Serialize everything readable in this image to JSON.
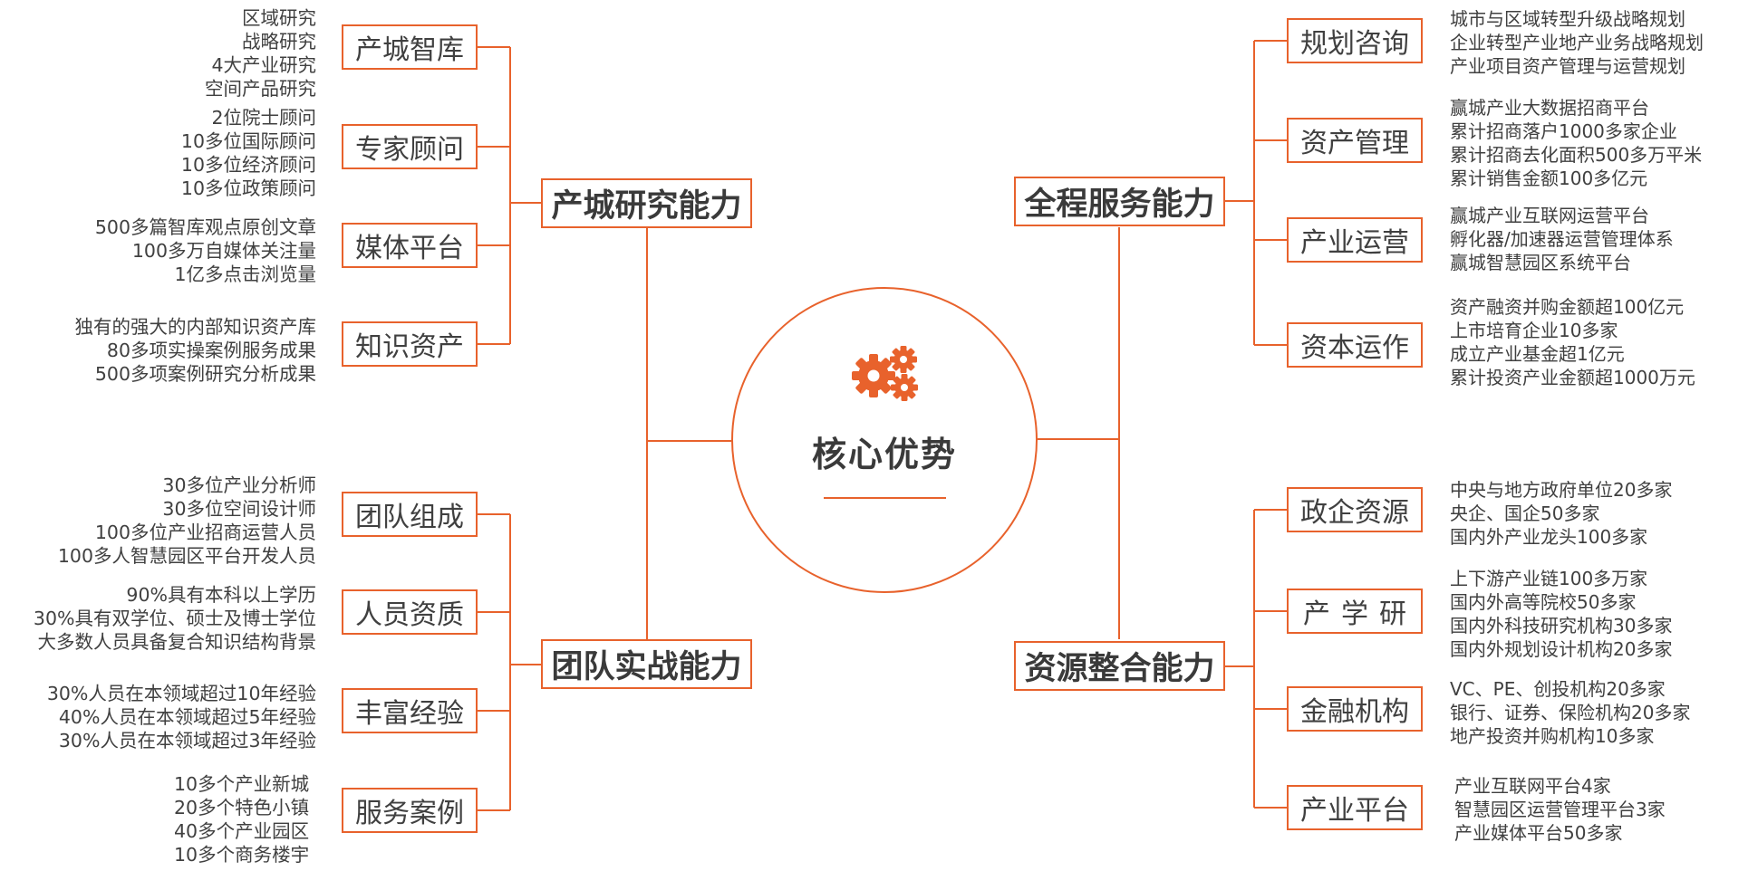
{
  "hub": {
    "title": "核心优势",
    "icon": "gear-icon"
  },
  "accent_color": "#e8622c",
  "branches": [
    {
      "main": "产城研究能力",
      "subs": [
        {
          "label": "产城智库",
          "items": [
            "区域研究",
            "战略研究",
            "4大产业研究",
            "空间产品研究"
          ]
        },
        {
          "label": "专家顾问",
          "items": [
            "2位院士顾问",
            "10多位国际顾问",
            "10多位经济顾问",
            "10多位政策顾问"
          ]
        },
        {
          "label": "媒体平台",
          "items": [
            "500多篇智库观点原创文章",
            "100多万自媒体关注量",
            "1亿多点击浏览量"
          ]
        },
        {
          "label": "知识资产",
          "items": [
            "独有的强大的内部知识资产库",
            "80多项实操案例服务成果",
            "500多项案例研究分析成果"
          ]
        }
      ]
    },
    {
      "main": "团队实战能力",
      "subs": [
        {
          "label": "团队组成",
          "items": [
            "30多位产业分析师",
            "30多位空间设计师",
            "100多位产业招商运营人员",
            "100多人智慧园区平台开发人员"
          ]
        },
        {
          "label": "人员资质",
          "items": [
            "90%具有本科以上学历",
            "30%具有双学位、硕士及博士学位",
            "大多数人员具备复合知识结构背景"
          ]
        },
        {
          "label": "丰富经验",
          "items": [
            "30%人员在本领域超过10年经验",
            "40%人员在本领域超过5年经验",
            "30%人员在本领域超过3年经验"
          ]
        },
        {
          "label": "服务案例",
          "items": [
            "10多个产业新城",
            "20多个特色小镇",
            "40多个产业园区",
            "10多个商务楼宇"
          ]
        }
      ]
    },
    {
      "main": "全程服务能力",
      "subs": [
        {
          "label": "规划咨询",
          "items": [
            "城市与区域转型升级战略规划",
            "企业转型产业地产业务战略规划",
            "产业项目资产管理与运营规划"
          ]
        },
        {
          "label": "资产管理",
          "items": [
            "赢城产业大数据招商平台",
            "累计招商落户1000多家企业",
            "累计招商去化面积500多万平米",
            "累计销售金额100多亿元"
          ]
        },
        {
          "label": "产业运营",
          "items": [
            "赢城产业互联网运营平台",
            "孵化器/加速器运营管理体系",
            "赢城智慧园区系统平台"
          ]
        },
        {
          "label": "资本运作",
          "items": [
            "资产融资并购金额超100亿元",
            "上市培育企业10多家",
            "成立产业基金超1亿元",
            "累计投资产业金额超1000万元"
          ]
        }
      ]
    },
    {
      "main": "资源整合能力",
      "subs": [
        {
          "label": "政企资源",
          "items": [
            "中央与地方政府单位20多家",
            "央企、国企50多家",
            "国内外产业龙头100多家"
          ]
        },
        {
          "label": "产学研",
          "items": [
            "上下游产业链100多万家",
            "国内外高等院校50多家",
            "国内外科技研究机构30多家",
            "国内外规划设计机构20多家"
          ]
        },
        {
          "label": "金融机构",
          "items": [
            "VC、PE、创投机构20多家",
            "银行、证券、保险机构20多家",
            "地产投资并购机构10多家"
          ]
        },
        {
          "label": "产业平台",
          "items": [
            "产业互联网平台4家",
            "智慧园区运营管理平台3家",
            "产业媒体平台50多家"
          ]
        }
      ]
    }
  ]
}
